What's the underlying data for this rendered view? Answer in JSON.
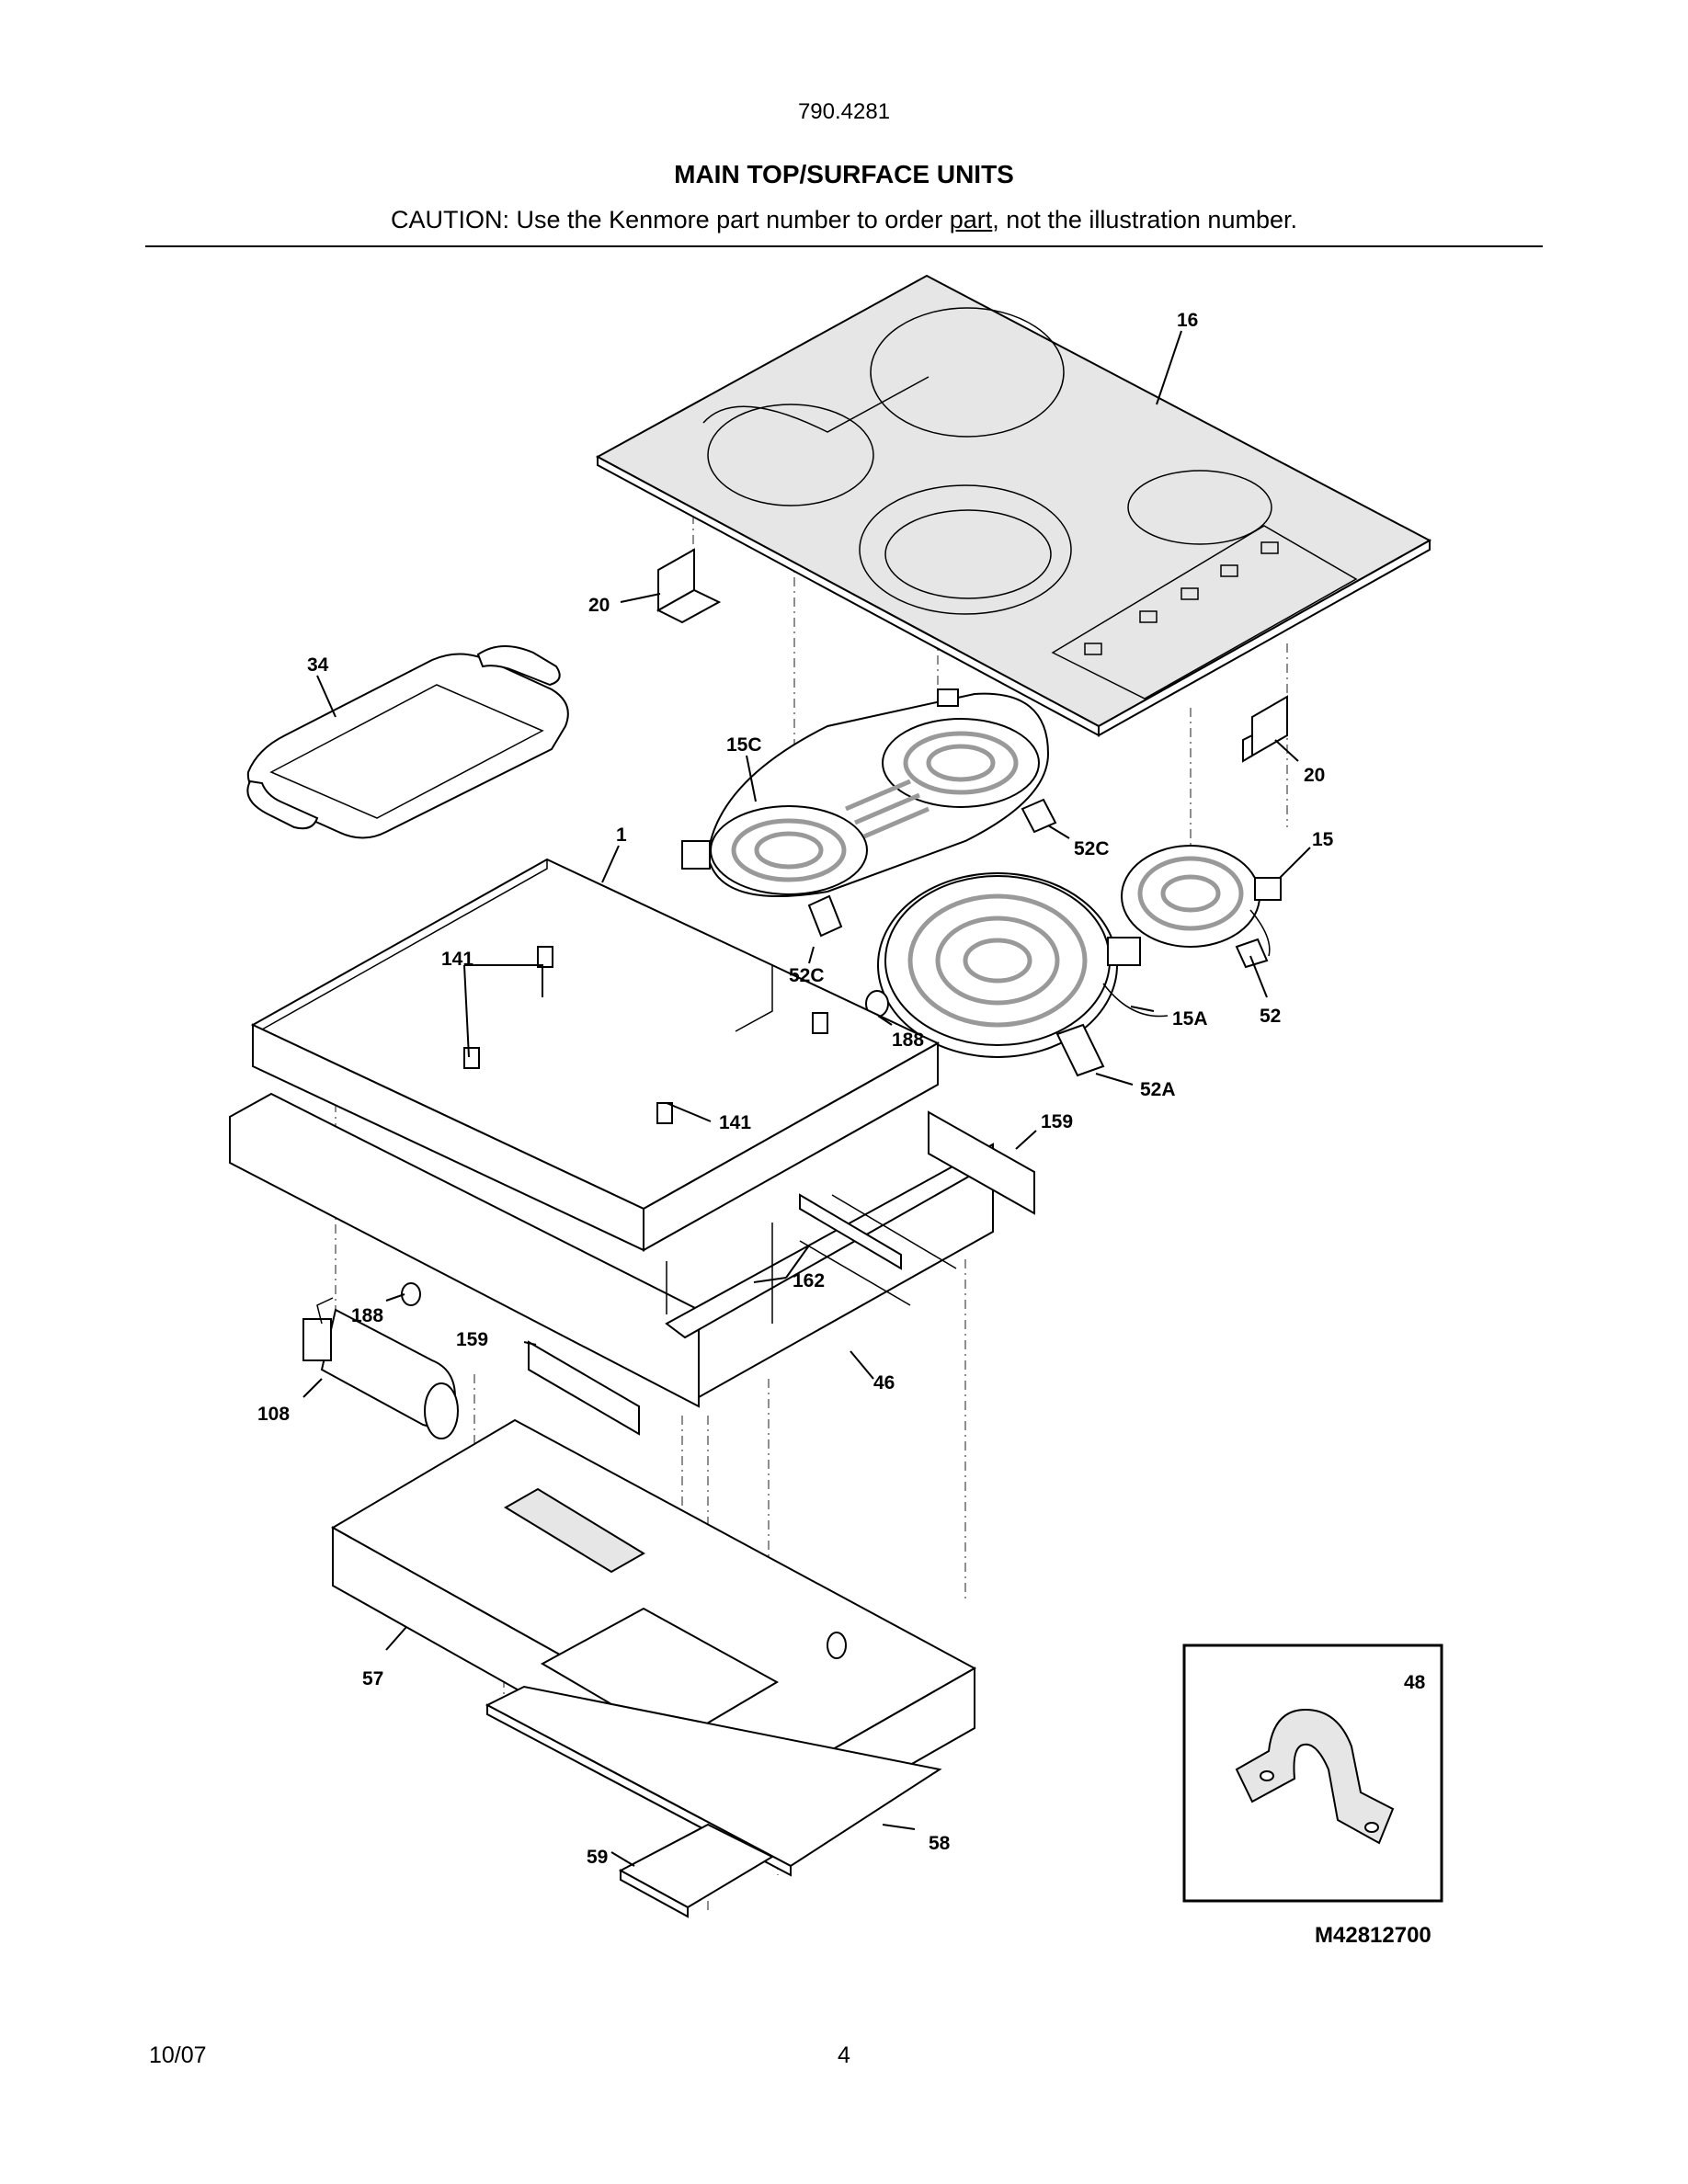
{
  "header": {
    "model": "790.4281",
    "title": "MAIN TOP/SURFACE UNITS",
    "caution_before": "CAUTION: Use the Kenmore part number to order ",
    "caution_link": "part",
    "caution_after": ", not the illustration number."
  },
  "callouts": {
    "c16": "16",
    "c20a": "20",
    "c20b": "20",
    "c34": "34",
    "c15c": "15C",
    "c1": "1",
    "c52c_a": "52C",
    "c52c_b": "52C",
    "c15": "15",
    "c141a": "141",
    "c141b": "141",
    "c188a": "188",
    "c15a": "15A",
    "c52": "52",
    "c52a": "52A",
    "c159a": "159",
    "c162": "162",
    "c188b": "188",
    "c159b": "159",
    "c46": "46",
    "c108": "108",
    "c57": "57",
    "c58": "58",
    "c59": "59",
    "c48": "48"
  },
  "figure_code": "M42812700",
  "footer": {
    "date": "10/07",
    "page": "4"
  }
}
